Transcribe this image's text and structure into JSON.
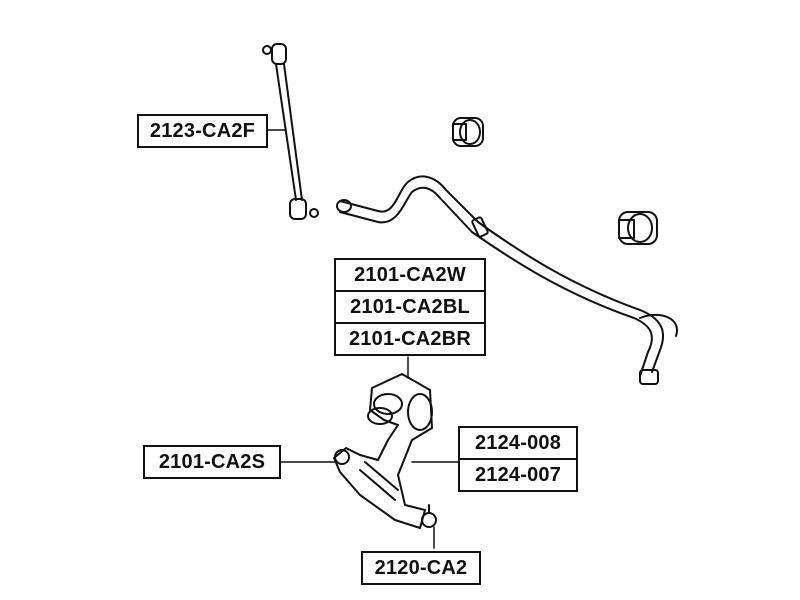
{
  "labels": {
    "stab_link": "2123-CA2F",
    "arm_upper_1": "2101-CA2W",
    "arm_upper_2": "2101-CA2BL",
    "arm_upper_3": "2101-CA2BR",
    "arm_side": "2101-CA2S",
    "bush_1": "2124-008",
    "bush_2": "2124-007",
    "ball_joint": "2120-CA2"
  }
}
